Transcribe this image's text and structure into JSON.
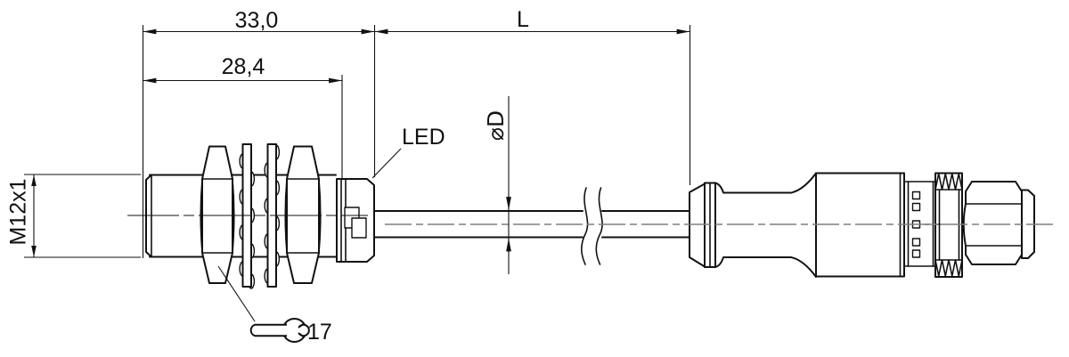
{
  "drawing": {
    "type": "technical-dimension-drawing",
    "colors": {
      "background": "#ffffff",
      "line": "#111111",
      "centerline_gray": "#7e7e7e"
    },
    "dimensions": {
      "overall_length": "33,0",
      "thread_length": "28,4",
      "cable_length": "L",
      "cable_diameter": "⌀D",
      "thread_spec": "M12x1",
      "wrench_size": "17"
    },
    "annotations": {
      "led_label": "LED"
    },
    "icons": {
      "wrench": "open-end-wrench"
    }
  }
}
